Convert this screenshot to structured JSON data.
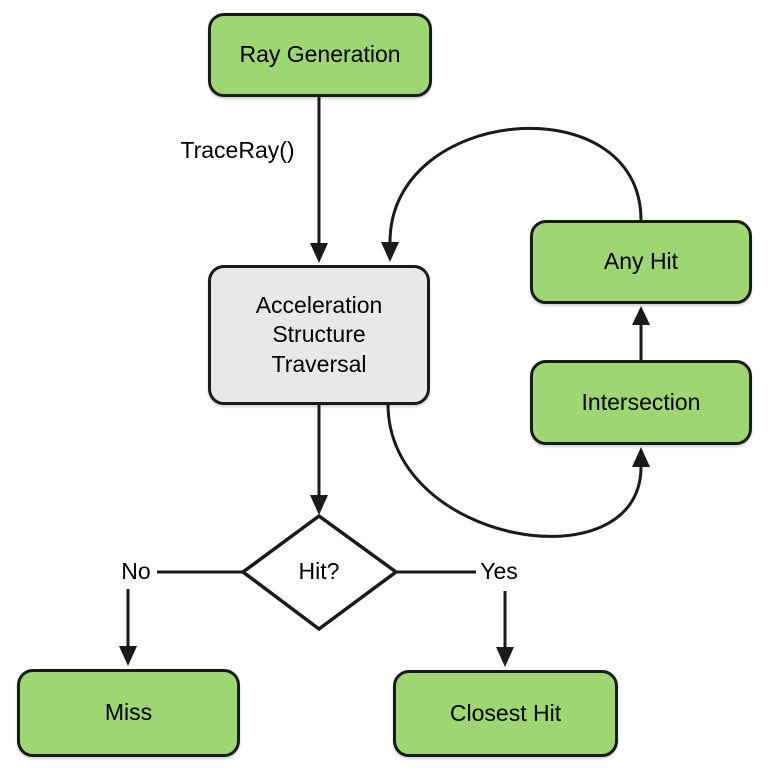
{
  "colors": {
    "node_green": "#9ED672",
    "node_gray": "#E8E8E8",
    "stroke": "#1A1A1A",
    "background": "#FFFFFF"
  },
  "nodes": {
    "ray_generation": {
      "label": "Ray Generation",
      "style": "green"
    },
    "acceleration_structure_traversal": {
      "label": "Acceleration Structure Traversal",
      "style": "gray"
    },
    "any_hit": {
      "label": "Any Hit",
      "style": "green"
    },
    "intersection": {
      "label": "Intersection",
      "style": "green"
    },
    "miss": {
      "label": "Miss",
      "style": "green"
    },
    "closest_hit": {
      "label": "Closest Hit",
      "style": "green"
    }
  },
  "decision": {
    "label": "Hit?"
  },
  "edge_labels": {
    "trace_ray": "TraceRay()",
    "no": "No",
    "yes": "Yes"
  }
}
